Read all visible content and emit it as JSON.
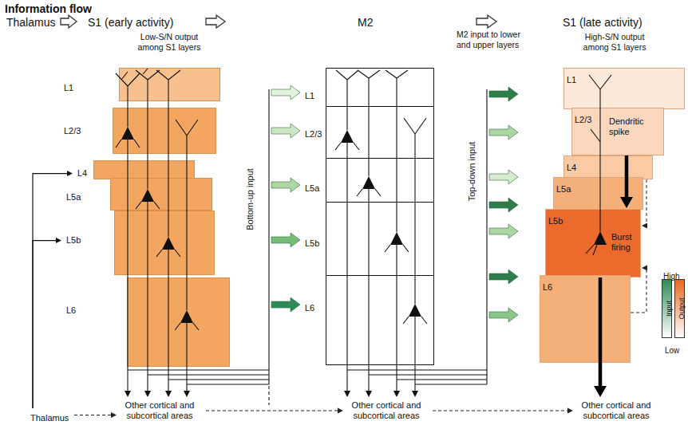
{
  "diagram": {
    "title": "Information flow",
    "nodes": [
      {
        "text": [
          "Thalamus"
        ]
      },
      {
        "text": [
          "S1 (early activity)"
        ]
      },
      {
        "text": [
          "M2"
        ]
      },
      {
        "text": [
          "S1 (late activity)"
        ]
      },
      {
        "text": [
          "L1"
        ]
      },
      {
        "text": [
          "L2/3"
        ]
      },
      {
        "text": [
          "L4"
        ]
      },
      {
        "text": [
          "L5a"
        ]
      },
      {
        "text": [
          "L5b"
        ]
      },
      {
        "text": [
          "L6"
        ]
      },
      {
        "text": [
          "L1"
        ]
      },
      {
        "text": [
          "L2/3"
        ]
      },
      {
        "text": [
          "L5a"
        ]
      },
      {
        "text": [
          "L5b"
        ]
      },
      {
        "text": [
          "L6"
        ]
      },
      {
        "text": [
          "L1"
        ]
      },
      {
        "text": [
          "L2/3",
          "Dendritic spike"
        ]
      },
      {
        "text": [
          "L4"
        ]
      },
      {
        "text": [
          "L5a"
        ]
      },
      {
        "text": [
          "L5b",
          "Burst firing"
        ]
      },
      {
        "text": [
          "L6"
        ]
      },
      {
        "text": [
          "Thalamus"
        ]
      },
      {
        "text": [
          "Other cortical and subcortical areas"
        ]
      },
      {
        "text": [
          "Other cortical and subcortical areas"
        ]
      },
      {
        "text": [
          "Other cortical and subcortical areas"
        ]
      }
    ],
    "edges": [
      {
        "from": 0,
        "to": 1,
        "arrow": "to"
      },
      {
        "from": 1,
        "to": 2,
        "arrow": "to"
      },
      {
        "from": 2,
        "to": 3,
        "arrow": "to"
      },
      {
        "from": 21,
        "to": 6,
        "arrow": "to"
      },
      {
        "from": 21,
        "to": 8,
        "arrow": "to"
      },
      {
        "from": 16,
        "to": 19,
        "arrow": "to"
      },
      {
        "from": 19,
        "to": 24,
        "arrow": "to"
      },
      {
        "from": 17,
        "to": 19,
        "arrow": "to"
      },
      {
        "from": 20,
        "to": 19,
        "arrow": "to"
      },
      {
        "from": 21,
        "to": 22,
        "arrow": "to"
      },
      {
        "from": 22,
        "to": 23,
        "arrow": "to"
      },
      {
        "from": 23,
        "to": 24,
        "arrow": "to"
      }
    ],
    "labels": [
      "Low-S/N output among S1 layers",
      "M2 input to lower and upper layers",
      "High-S/N output among S1 layers",
      "Bottom-up input",
      "Top-down input",
      "High",
      "Low"
    ],
    "legend": [
      {
        "text": "Input",
        "color": "#2e8b57"
      },
      {
        "text": "Output",
        "color": "#e8671f"
      }
    ]
  }
}
